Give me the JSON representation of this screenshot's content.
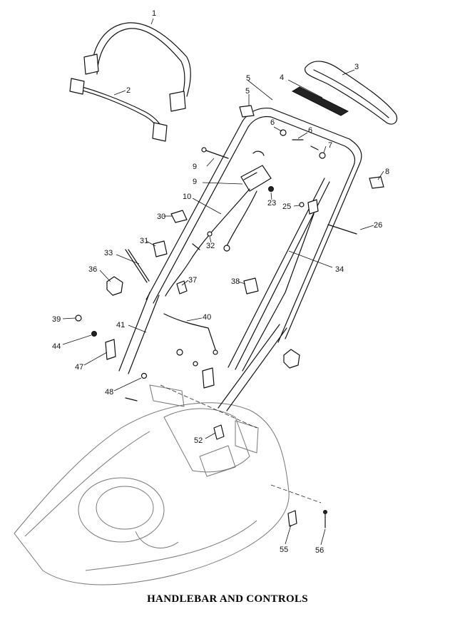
{
  "title": "HANDLEBAR AND CONTROLS",
  "callouts": [
    "1",
    "2",
    "3",
    "4",
    "5",
    "5",
    "6",
    "6",
    "7",
    "8",
    "9",
    "9",
    "10",
    "23",
    "25",
    "26",
    "30",
    "31",
    "32",
    "33",
    "34",
    "36",
    "37",
    "38",
    "39",
    "40",
    "41",
    "44",
    "47",
    "48",
    "52",
    "55",
    "56"
  ]
}
